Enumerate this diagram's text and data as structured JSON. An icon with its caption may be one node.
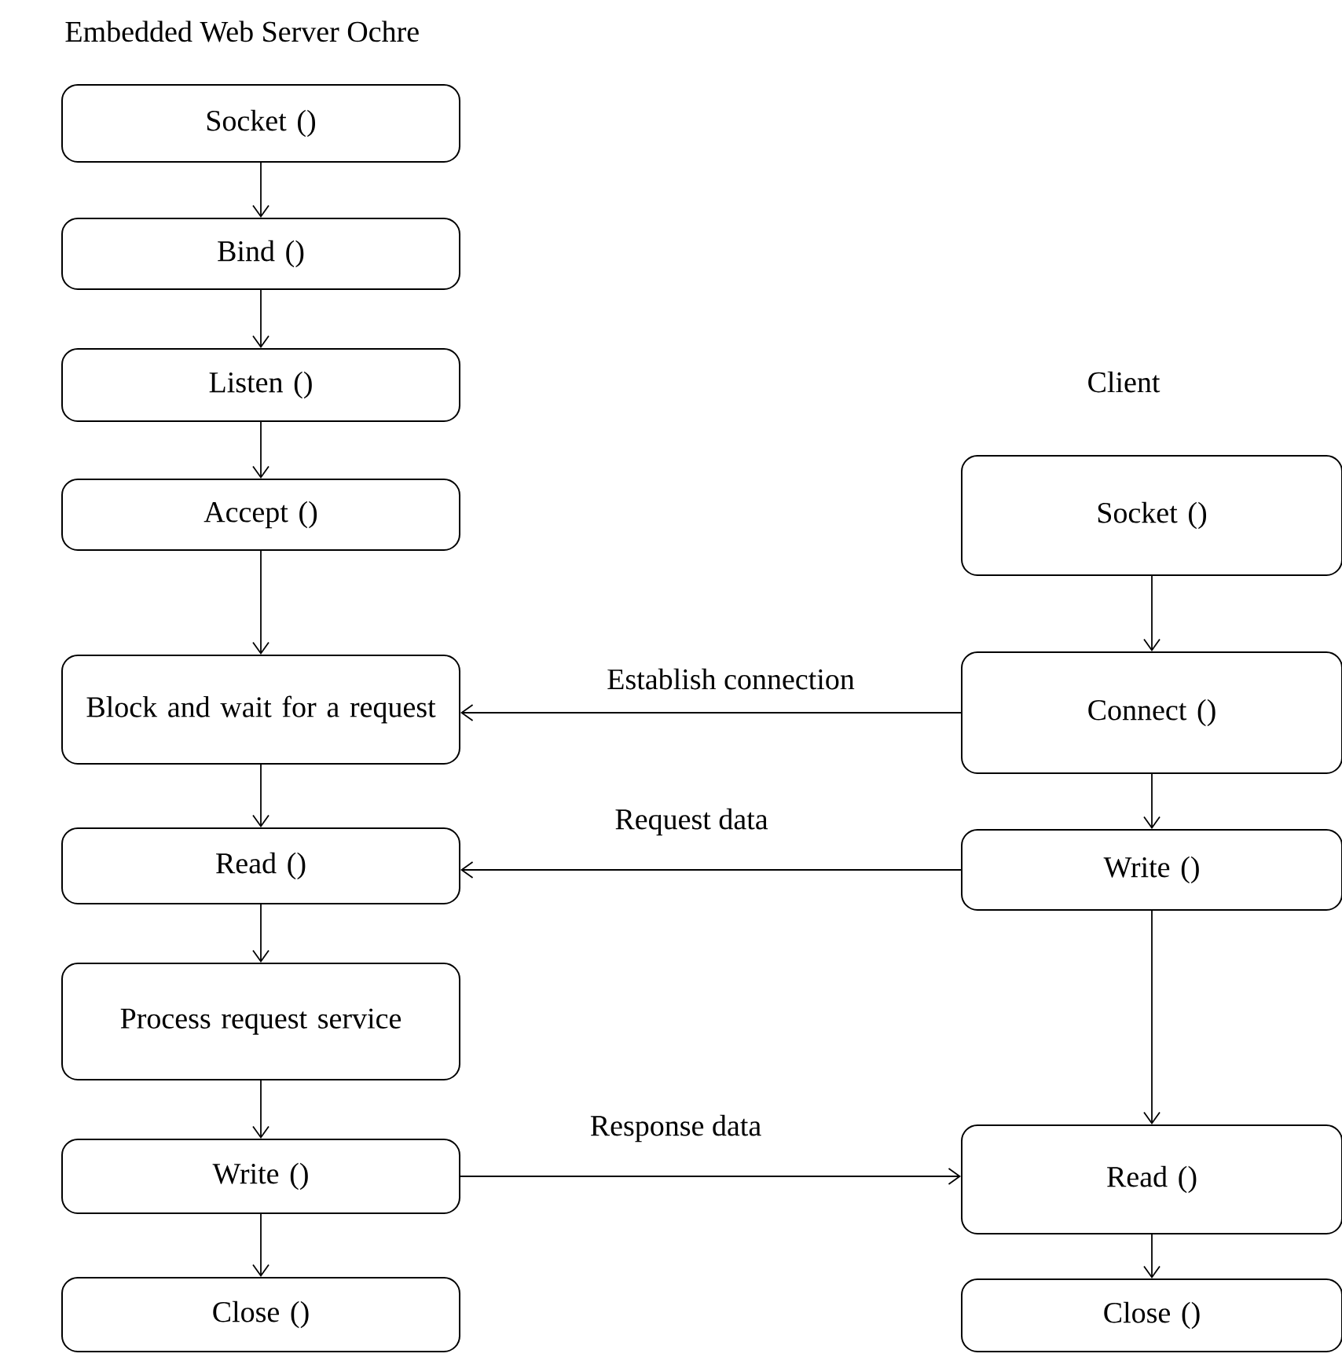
{
  "diagram": {
    "title": "Embedded Web Server Ochre",
    "nodes": [
      {
        "text": [
          "Socket ()"
        ]
      },
      {
        "text": [
          "Bind ()"
        ]
      },
      {
        "text": [
          "Listen ()"
        ]
      },
      {
        "text": [
          "Accept ()"
        ]
      },
      {
        "text": [
          "Block and wait for a request"
        ]
      },
      {
        "text": [
          "Read ()"
        ]
      },
      {
        "text": [
          "Process request service"
        ]
      },
      {
        "text": [
          "Write ()"
        ]
      },
      {
        "text": [
          "Close ()"
        ]
      },
      {
        "text": [
          "Socket ()"
        ]
      },
      {
        "text": [
          "Connect ()"
        ]
      },
      {
        "text": [
          "Write ()"
        ]
      },
      {
        "text": [
          "Read ()"
        ]
      },
      {
        "text": [
          "Close ()"
        ]
      }
    ],
    "edges": [
      {
        "from": 0,
        "to": 1,
        "arrow": "to"
      },
      {
        "from": 1,
        "to": 2,
        "arrow": "to"
      },
      {
        "from": 2,
        "to": 3,
        "arrow": "to"
      },
      {
        "from": 3,
        "to": 4,
        "arrow": "to"
      },
      {
        "from": 4,
        "to": 5,
        "arrow": "to"
      },
      {
        "from": 5,
        "to": 6,
        "arrow": "to"
      },
      {
        "from": 6,
        "to": 7,
        "arrow": "to"
      },
      {
        "from": 7,
        "to": 8,
        "arrow": "to"
      },
      {
        "from": 9,
        "to": 10,
        "arrow": "to"
      },
      {
        "from": 10,
        "to": 11,
        "arrow": "to"
      },
      {
        "from": 11,
        "to": 12,
        "arrow": "to"
      },
      {
        "from": 12,
        "to": 13,
        "arrow": "to"
      },
      {
        "from": 10,
        "to": 4,
        "arrow": "to",
        "label": "Establish connection"
      },
      {
        "from": 11,
        "to": 5,
        "arrow": "to",
        "label": "Request data"
      },
      {
        "from": 7,
        "to": 12,
        "arrow": "to",
        "label": "Response data"
      }
    ],
    "labels": [
      "Client"
    ]
  }
}
